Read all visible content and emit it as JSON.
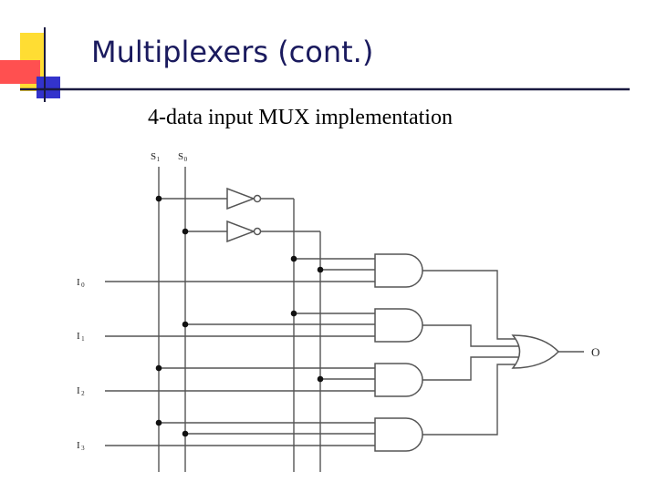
{
  "slide": {
    "title": "Multiplexers (cont.)",
    "subtitle": "4-data input MUX implementation"
  },
  "colors": {
    "title": "#1a1a5e",
    "deco_yellow": "#ffdd33",
    "deco_red": "#ff5050",
    "deco_blue": "#3333cc",
    "wire": "#555555"
  },
  "diagram": {
    "selects": [
      {
        "letter": "S",
        "sub": "1"
      },
      {
        "letter": "S",
        "sub": "0"
      }
    ],
    "inputs": [
      {
        "letter": "I",
        "sub": "0"
      },
      {
        "letter": "I",
        "sub": "1"
      },
      {
        "letter": "I",
        "sub": "2"
      },
      {
        "letter": "I",
        "sub": "3"
      }
    ],
    "output": "O"
  }
}
